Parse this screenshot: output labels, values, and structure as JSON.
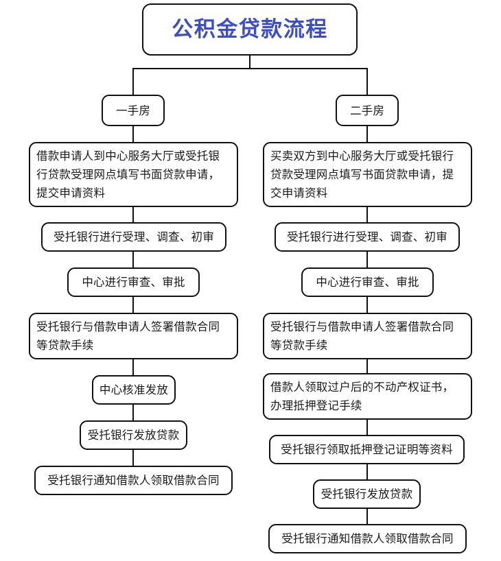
{
  "title": {
    "text": "公积金贷款流程",
    "color": "#3b4ec6"
  },
  "branches": {
    "left_label": "一手房",
    "right_label": "二手房"
  },
  "left_column": {
    "label": "一手房",
    "steps": [
      "借款申请人到中心服务大厅或受托银\n行贷款受理网点填写书面贷款申请，\n提交申请资料",
      "受托银行进行受理、调查、初审",
      "中心进行审查、审批",
      "受托银行与借款申请人签署借款合同\n等贷款手续",
      "中心核准发放",
      "受托银行发放贷款",
      "受托银行通知借款人领取借款合同"
    ]
  },
  "right_column": {
    "label": "二手房",
    "steps": [
      "买卖双方到中心服务大厅或受托银行\n贷款受理网点填写书面贷款申请，提\n交申请资料",
      "受托银行进行受理、调查、初审",
      "中心进行审查、审批",
      "受托银行与借款申请人签署借款合同\n等贷款手续",
      "借款人领取过户后的不动产权证书，\n办理抵押登记手续",
      "受托银行领取抵押登记证明等资料",
      "受托银行发放贷款",
      "受托银行通知借款人领取借款合同"
    ]
  },
  "colors": {
    "stroke": "#111111",
    "background": "#ffffff",
    "title_text": "#3b4ec6",
    "body_text": "#1a1a1a"
  }
}
